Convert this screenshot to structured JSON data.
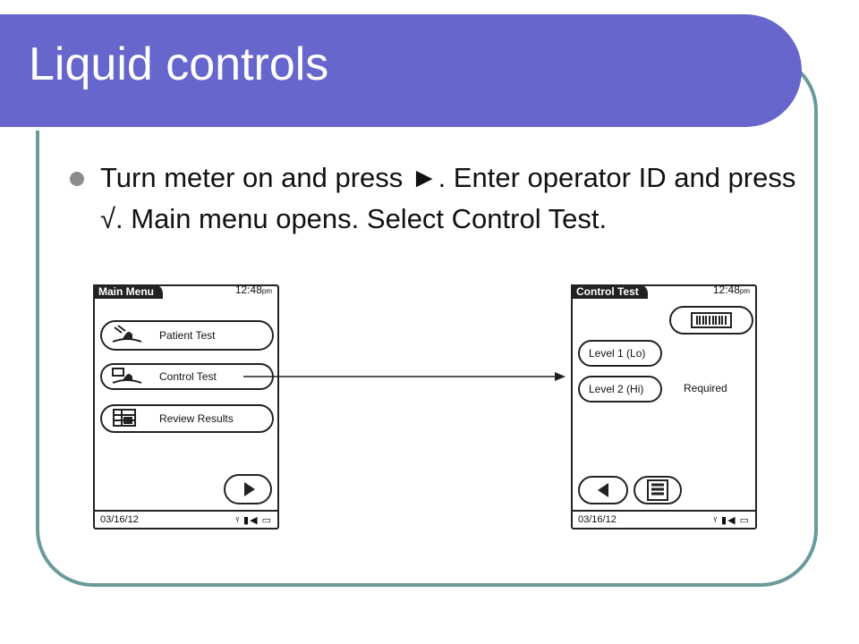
{
  "slide": {
    "title": "Liquid controls",
    "bullet": "Turn meter on and press ►. Enter operator ID and press √. Main menu opens. Select Control Test."
  },
  "main_menu_screen": {
    "header": "Main Menu",
    "time": "12:48",
    "time_suffix": "pm",
    "items": [
      {
        "label": "Patient Test",
        "icon": "patient-test-icon"
      },
      {
        "label": "Control Test",
        "icon": "control-test-icon"
      },
      {
        "label": "Review Results",
        "icon": "review-results-icon"
      }
    ],
    "next_button": "forward-arrow-icon",
    "date": "03/16/12",
    "status_icons": "ᵞ ▮◀ ▭"
  },
  "control_test_screen": {
    "header": "Control Test",
    "time": "12:48",
    "time_suffix": "pm",
    "barcode_button": "barcode-icon",
    "level1": "Level 1 (Lo)",
    "level2": "Level 2 (Hi)",
    "required": "Required",
    "back_button": "back-arrow-icon",
    "menu_button": "list-menu-icon",
    "date": "03/16/12",
    "status_icons": "ᵞ ▮◀ ▭"
  },
  "colors": {
    "title_bar": "#6666cc",
    "frame_border": "#6b9a9a",
    "bullet_dot": "#8c8c8c"
  }
}
